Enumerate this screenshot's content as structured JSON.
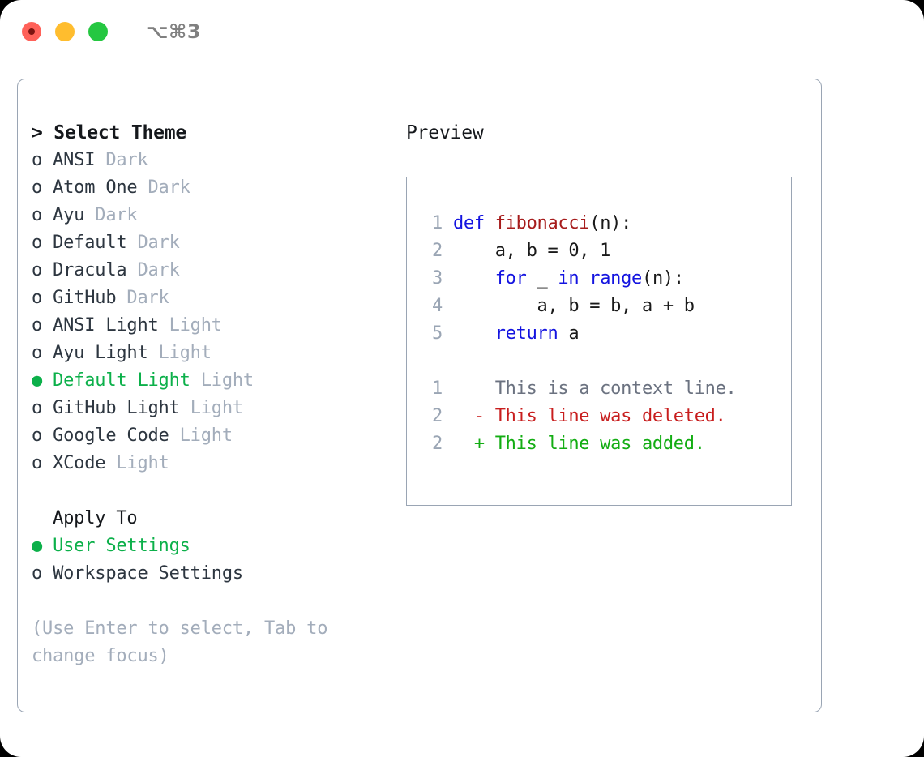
{
  "window": {
    "shortcut": "⌥⌘3",
    "traffic_lights": [
      "close-red",
      "minimize-yellow",
      "maximize-green"
    ]
  },
  "theme_picker": {
    "header": "> Select Theme",
    "items": [
      {
        "marker": "o",
        "name": "ANSI",
        "suffix": "Dark",
        "selected": false
      },
      {
        "marker": "o",
        "name": "Atom One",
        "suffix": "Dark",
        "selected": false
      },
      {
        "marker": "o",
        "name": "Ayu",
        "suffix": "Dark",
        "selected": false
      },
      {
        "marker": "o",
        "name": "Default",
        "suffix": "Dark",
        "selected": false
      },
      {
        "marker": "o",
        "name": "Dracula",
        "suffix": "Dark",
        "selected": false
      },
      {
        "marker": "o",
        "name": "GitHub",
        "suffix": "Dark",
        "selected": false
      },
      {
        "marker": "o",
        "name": "ANSI Light",
        "suffix": "Light",
        "selected": false
      },
      {
        "marker": "o",
        "name": "Ayu Light",
        "suffix": "Light",
        "selected": false
      },
      {
        "marker": "●",
        "name": "Default Light",
        "suffix": "Light",
        "selected": true
      },
      {
        "marker": "o",
        "name": "GitHub Light",
        "suffix": "Light",
        "selected": false
      },
      {
        "marker": "o",
        "name": "Google Code",
        "suffix": "Light",
        "selected": false
      },
      {
        "marker": "o",
        "name": "XCode",
        "suffix": "Light",
        "selected": false
      }
    ]
  },
  "apply_to": {
    "header": "Apply To",
    "options": [
      {
        "marker": "●",
        "label": "User Settings",
        "selected": true
      },
      {
        "marker": "o",
        "label": "Workspace Settings",
        "selected": false
      }
    ]
  },
  "hint": "(Use Enter to select, Tab to change focus)",
  "preview": {
    "title": "Preview",
    "code_lines": [
      {
        "no": "1",
        "segments": [
          {
            "t": "def ",
            "c": "kw"
          },
          {
            "t": "fibonacci",
            "c": "fn"
          },
          {
            "t": "(n):",
            "c": ""
          }
        ]
      },
      {
        "no": "2",
        "segments": [
          {
            "t": "    a, b = 0, 1",
            "c": ""
          }
        ]
      },
      {
        "no": "3",
        "segments": [
          {
            "t": "    ",
            "c": ""
          },
          {
            "t": "for",
            "c": "kw"
          },
          {
            "t": " _ ",
            "c": ""
          },
          {
            "t": "in",
            "c": "kw"
          },
          {
            "t": " ",
            "c": ""
          },
          {
            "t": "range",
            "c": "kw"
          },
          {
            "t": "(n):",
            "c": ""
          }
        ]
      },
      {
        "no": "4",
        "segments": [
          {
            "t": "        a, b = b, a + b",
            "c": ""
          }
        ]
      },
      {
        "no": "5",
        "segments": [
          {
            "t": "    ",
            "c": ""
          },
          {
            "t": "return",
            "c": "kw"
          },
          {
            "t": " a",
            "c": ""
          }
        ]
      }
    ],
    "diff_lines": [
      {
        "no": "1",
        "sign": " ",
        "text": "This is a context line.",
        "kind": "ctx"
      },
      {
        "no": "2",
        "sign": "-",
        "text": "This line was deleted.",
        "kind": "del"
      },
      {
        "no": "2",
        "sign": "+",
        "text": "This line was added.",
        "kind": "add"
      }
    ]
  },
  "colors": {
    "accent_green": "#0cb04a",
    "keyword_blue": "#1414e0",
    "function_red": "#a61c1c",
    "diff_delete": "#c81e1e",
    "diff_add": "#13ad13",
    "muted_gray": "#a3adbb",
    "border": "#9aa5b4"
  }
}
